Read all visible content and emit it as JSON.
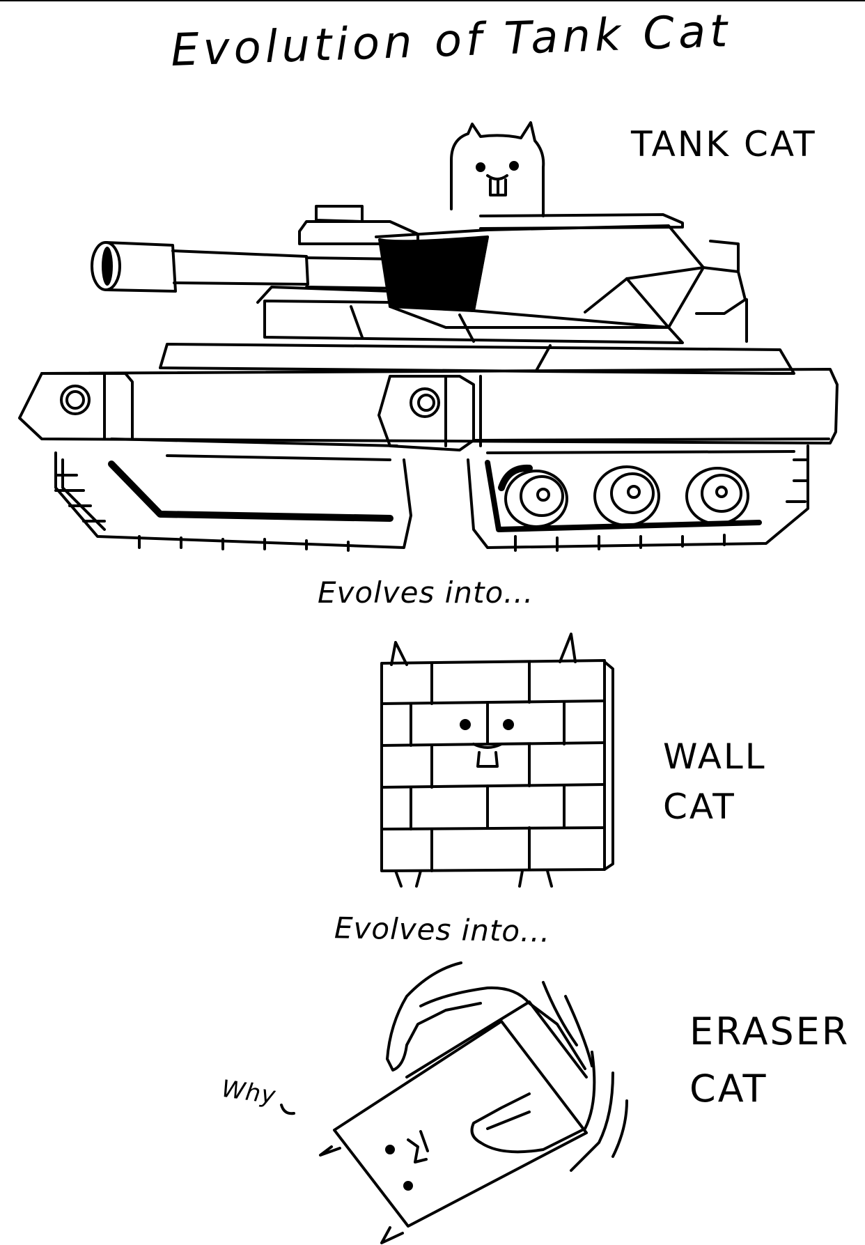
{
  "title": "Evolution of Tank Cat",
  "stages": [
    {
      "label": "TANK CAT"
    },
    {
      "label_line1": "WALL",
      "label_line2": "CAT"
    },
    {
      "label_line1": "ERASER",
      "label_line2": "CAT"
    }
  ],
  "transitions": [
    "Evolves into...",
    "Evolves into..."
  ],
  "speech": "Why",
  "colors": {
    "ink": "#000000",
    "paper": "#ffffff"
  }
}
